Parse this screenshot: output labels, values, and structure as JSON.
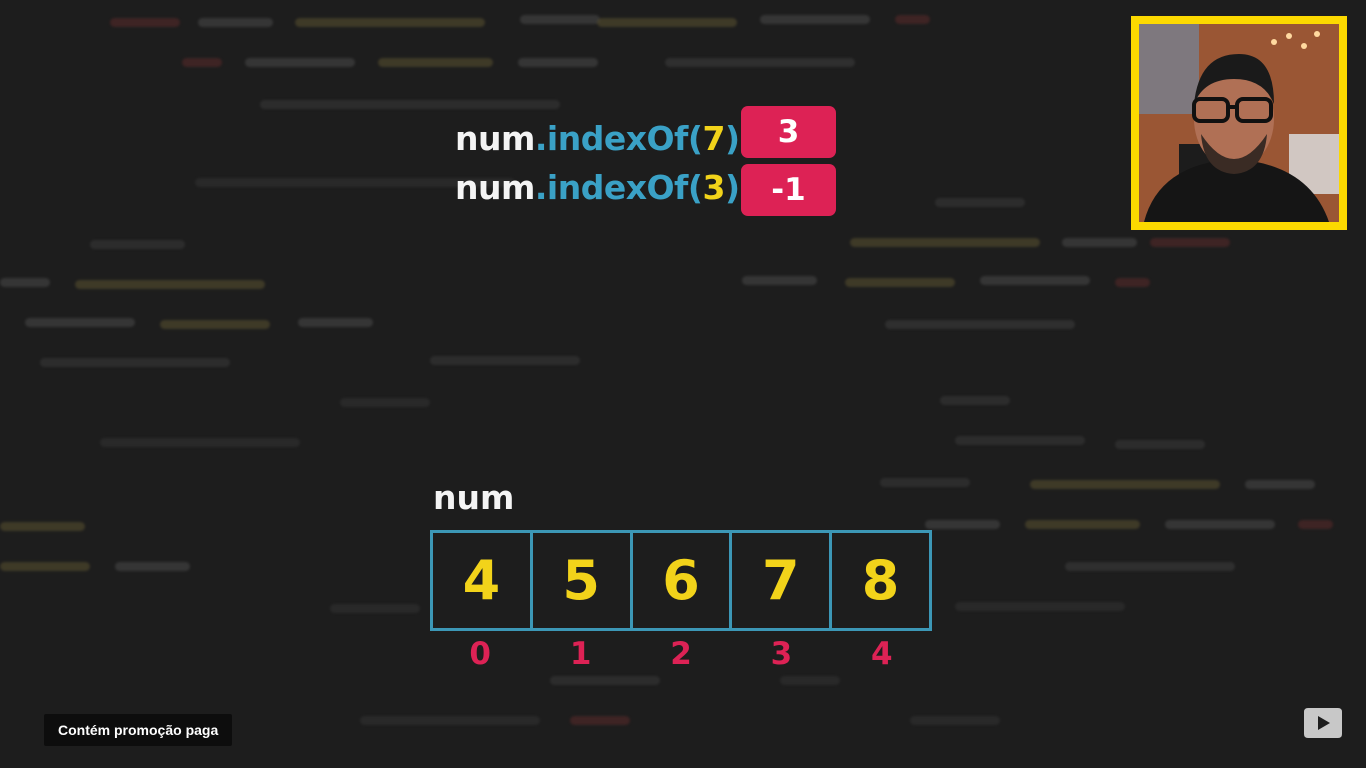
{
  "code_lines": [
    {
      "object": "num",
      "method": ".indexOf(",
      "arg": "7",
      "close": ")",
      "result": "3"
    },
    {
      "object": "num",
      "method": ".indexOf(",
      "arg": "3",
      "close": ")",
      "result": "-1"
    }
  ],
  "array": {
    "name": "num",
    "values": [
      "4",
      "5",
      "6",
      "7",
      "8"
    ],
    "indices": [
      "0",
      "1",
      "2",
      "3",
      "4"
    ]
  },
  "overlay": {
    "paid_promotion": "Contém promoção paga"
  },
  "icons": {
    "webcam": "presenter-video",
    "logo": "youtube-icon"
  },
  "colors": {
    "background": "#1d1d1d",
    "method": "#3aa1c6",
    "value": "#f2d31a",
    "badge": "#dd2255",
    "index": "#dd2255",
    "frame": "#fcd900"
  }
}
